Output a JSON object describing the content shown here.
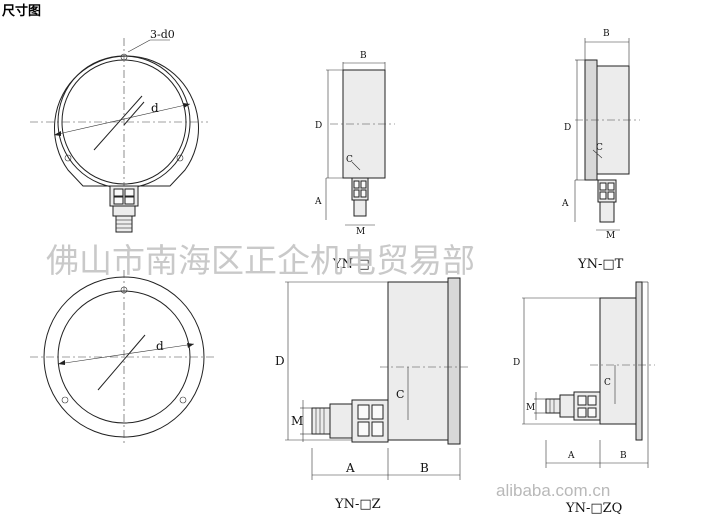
{
  "title": "尺寸图",
  "watermark": "佛山市南海区正企机电贸易部",
  "site": "alibaba.com.cn",
  "front_top": {
    "bolt_label": "3-d0",
    "dia_label": "d"
  },
  "front_bottom": {
    "dia_label": "d"
  },
  "yn_side": {
    "caption": "YN-□",
    "B": "B",
    "D": "D",
    "C": "C",
    "A": "A",
    "M": "M"
  },
  "ynt_side": {
    "caption": "YN-□T",
    "B": "B",
    "D": "D",
    "C": "C",
    "A": "A",
    "M": "M"
  },
  "ynz_side": {
    "caption": "YN-□Z",
    "D": "D",
    "M": "M",
    "C": "C",
    "A": "A",
    "B": "B"
  },
  "ynzq_side": {
    "caption": "YN-□ZQ",
    "D": "D",
    "M": "M",
    "C": "C",
    "A": "A",
    "B": "B"
  }
}
